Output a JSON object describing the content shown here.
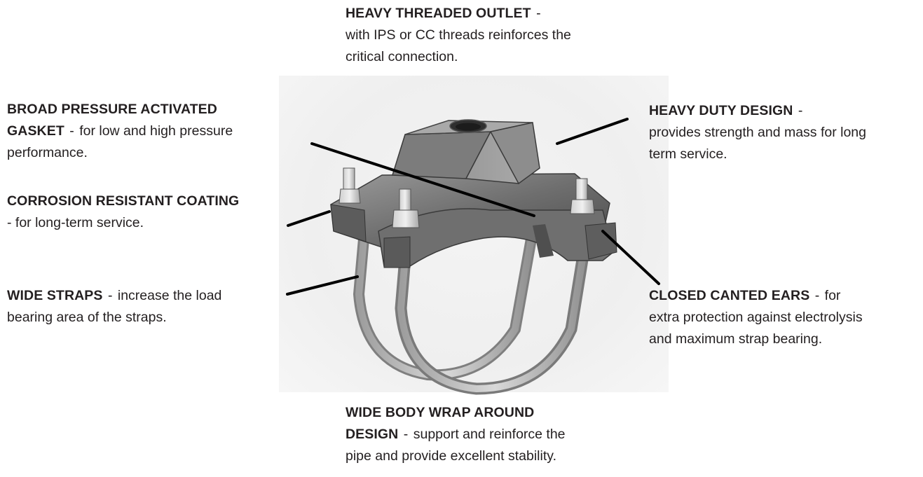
{
  "callouts": {
    "outlet": {
      "heading": "HEAVY THREADED OUTLET",
      "sep": " - ",
      "line1": "",
      "line2": "with IPS or CC threads reinforces the",
      "line3": "critical connection."
    },
    "gasket": {
      "heading1": "BROAD PRESSURE ACTIVATED",
      "heading2": "GASKET",
      "sep": " - ",
      "text1": "for low and high pressure",
      "text2": "performance."
    },
    "coating": {
      "heading": "CORROSION RESISTANT COATING",
      "sep": "- ",
      "text": "for long-term service."
    },
    "straps": {
      "heading": "WIDE STRAPS",
      "sep": " - ",
      "text1": "increase the load",
      "text2": "bearing area of the straps."
    },
    "design": {
      "heading": "HEAVY DUTY DESIGN",
      "sep": " -",
      "text1": "provides strength and mass for long",
      "text2": "term service."
    },
    "ears": {
      "heading": "CLOSED CANTED EARS",
      "sep": " - ",
      "text1": "for",
      "text2": "extra protection against electrolysis",
      "text3": "and maximum strap bearing."
    },
    "body": {
      "heading1": "WIDE BODY WRAP AROUND",
      "heading2": "DESIGN",
      "sep": " - ",
      "text1": "support and reinforce the",
      "text2": "pipe and provide excellent stability."
    }
  },
  "colors": {
    "text": "#231f20",
    "leader": "#000000",
    "casting": "#6d6d6d",
    "steel": "#b9b9b9"
  }
}
